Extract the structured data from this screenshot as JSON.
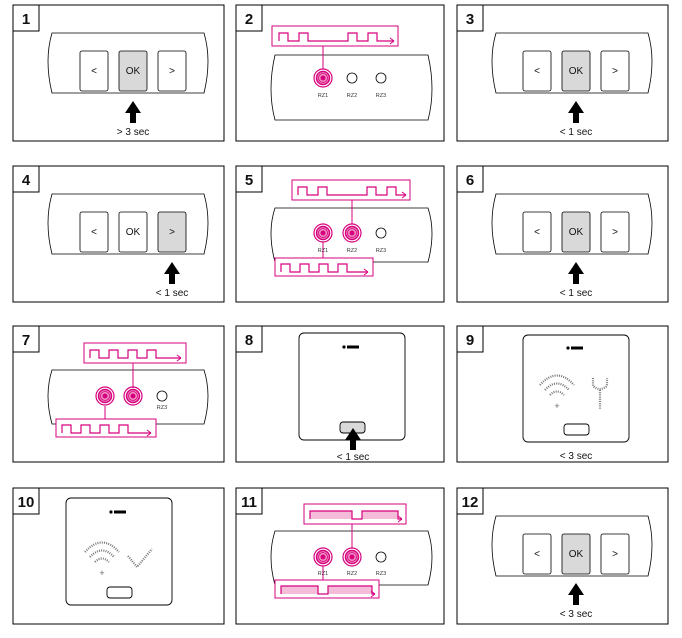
{
  "colors": {
    "magenta": "#d6007e",
    "magenta_fill": "#ef8fc2",
    "pressed_grey": "#d9d9d9",
    "line": "#000000"
  },
  "icons": [
    "arrow-up-icon",
    "led-icon",
    "wifi-icon",
    "wrench-icon",
    "checkmark-icon",
    "logo-icon"
  ],
  "buttons": {
    "left": "<",
    "ok": "OK",
    "right": ">"
  },
  "zones": [
    "RZ1",
    "RZ2",
    "RZ3"
  ],
  "steps": [
    {
      "number": "1",
      "caption": "> 3 sec"
    },
    {
      "number": "2",
      "caption": ""
    },
    {
      "number": "3",
      "caption": "< 1 sec"
    },
    {
      "number": "4",
      "caption": "< 1 sec"
    },
    {
      "number": "5",
      "caption": ""
    },
    {
      "number": "6",
      "caption": "< 1 sec"
    },
    {
      "number": "7",
      "caption": ""
    },
    {
      "number": "8",
      "caption": "< 1 sec"
    },
    {
      "number": "9",
      "caption": "< 3 sec"
    },
    {
      "number": "10",
      "caption": ""
    },
    {
      "number": "11",
      "caption": ""
    },
    {
      "number": "12",
      "caption": "< 3 sec"
    }
  ]
}
